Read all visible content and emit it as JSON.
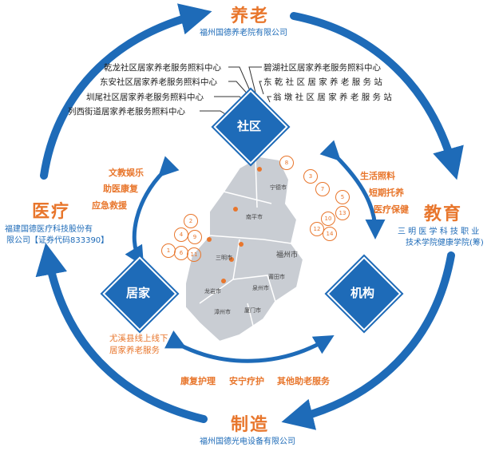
{
  "top": {
    "title": "养老",
    "subtitle": "福州国德养老院有限公司"
  },
  "left": {
    "title": "医疗",
    "subtitle_line1": "福建国德医疗科技股份有",
    "subtitle_line2": "限公司【证券代码833390】"
  },
  "right": {
    "title": "教育",
    "subtitle_line1": "三 明 医 学 科 技 职 业",
    "subtitle_line2": "技术学院健康学院(筹)"
  },
  "bottom": {
    "title": "制造",
    "subtitle": "福州国德光电设备有限公司"
  },
  "community": {
    "label": "社区",
    "left_centers": [
      "乾龙社区居家养老服务照料中心",
      "东安社区居家养老服务照料中心",
      "圳尾社区居家养老服务照料中心",
      "列西街道居家养老服务照料中心"
    ],
    "right_centers": [
      "碧湖社区居家养老服务照料中心",
      "东 乾 社 区 居 家 养 老 服 务 站",
      "翁 墩 社 区 居 家 养 老 服 务 站"
    ]
  },
  "home": {
    "label": "居家",
    "note_line1": "尤溪县线上线下",
    "note_line2": "居家养老服务",
    "services": [
      "文教娱乐",
      "助医康复",
      "应急救援"
    ]
  },
  "institution": {
    "label": "机构",
    "services": [
      "生活照料",
      "短期托养",
      "医疗保健"
    ]
  },
  "bottom_services": [
    "康复护理",
    "安宁疗护",
    "其他助老服务"
  ],
  "map": {
    "labels": [
      "南平市",
      "宁德市",
      "三明市",
      "福州市",
      "莆田市",
      "泉州市",
      "漳州市",
      "龙岩市",
      "厦门市"
    ],
    "badges": [
      "8",
      "2",
      "4",
      "9",
      "1",
      "6",
      "11",
      "3",
      "7",
      "5",
      "13",
      "10",
      "12",
      "14"
    ]
  },
  "colors": {
    "accent_blue": "#1e6bb8",
    "accent_orange": "#e8762c",
    "map_gray": "#c9cdd3"
  }
}
